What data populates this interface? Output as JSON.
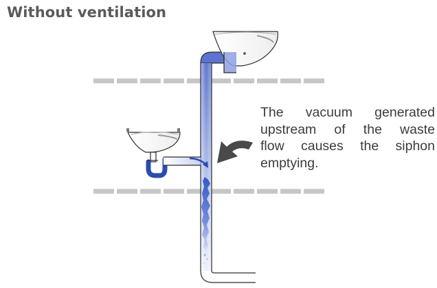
{
  "title": "Without ventilation",
  "caption": {
    "lines": [
      "The vacuum generated",
      "upstream of the waste",
      "flow causes the siphon",
      "emptying."
    ]
  },
  "icons": {
    "upper_basin": "washbasin-icon",
    "lower_basin": "washbasin-icon",
    "pointer": "curved-arrow-icon",
    "flow": "water-flow-icon"
  },
  "colors": {
    "title": "#5a5a5a",
    "text": "#3c3c3c",
    "pipe_outline": "#2a2a2a",
    "floor": "#c6c6c6",
    "water_dark": "#2c4ab0",
    "water_light": "#a9b9e8",
    "arrow": "#4a4a4a"
  }
}
